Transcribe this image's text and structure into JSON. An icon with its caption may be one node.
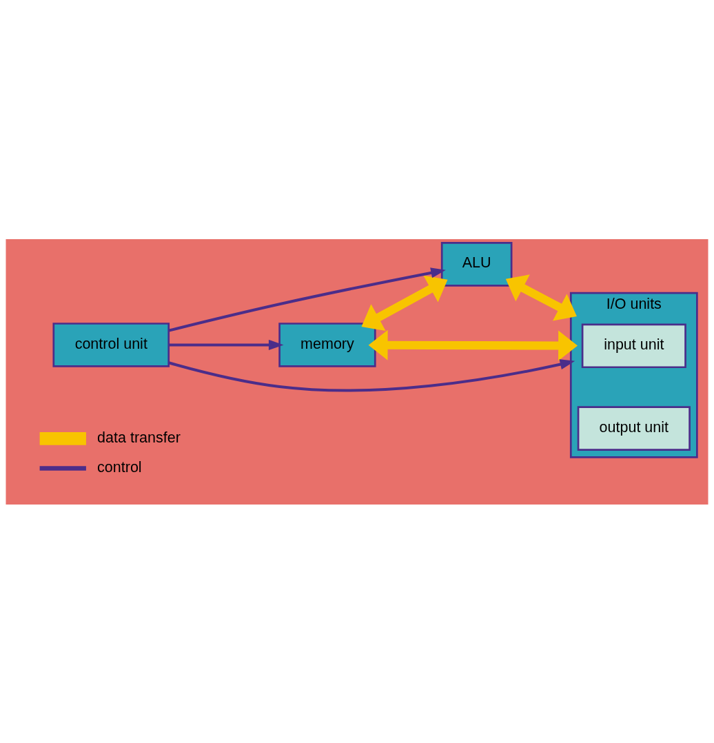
{
  "diagram": {
    "nodes": [
      {
        "text": [
          "memory"
        ]
      },
      {
        "text": [
          "ALU"
        ]
      },
      {
        "text": [
          "I/O units"
        ]
      },
      {
        "text": [
          "input unit"
        ],
        "in": 2
      },
      {
        "text": [
          "output unit"
        ],
        "in": 2
      },
      {
        "text": [
          "control unit"
        ]
      }
    ],
    "edges": [
      {
        "from": 0,
        "to": 2,
        "arrow": "both",
        "style": "thick",
        "color": "#f8c400"
      },
      {
        "from": 0,
        "to": 1,
        "arrow": "both",
        "style": "thick",
        "color": "#f8c400"
      },
      {
        "from": 1,
        "to": 2,
        "arrow": "both",
        "style": "thick",
        "color": "#f8c400"
      },
      {
        "from": 5,
        "to": 0,
        "arrow": "to",
        "color": "#4b2d8a"
      },
      {
        "from": 5,
        "to": 1,
        "arrow": "to",
        "color": "#4b2d8a"
      },
      {
        "from": 5,
        "to": 2,
        "arrow": "to",
        "color": "#4b2d8a"
      }
    ],
    "legend": [
      {
        "text": "data transfer"
      },
      {
        "text": "control"
      }
    ]
  }
}
